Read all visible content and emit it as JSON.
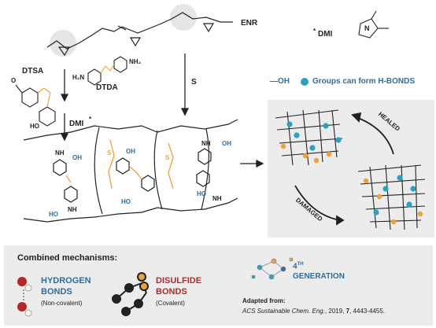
{
  "labels": {
    "enr": "ENR",
    "dtsa": "DTSA",
    "dtda": "DTDA",
    "s": "S",
    "dmi": "DMI",
    "dmi_star": "*",
    "dmi_legend_star": "*",
    "dmi_legend": "DMI",
    "oh_legend": "—OH",
    "hbond_legend": "Groups can form H-BONDS",
    "healed": "HEALED",
    "damaged": "DAMAGED"
  },
  "chem_text": {
    "h2n": "H₂N",
    "nh2": "NH₂",
    "ho": "HO",
    "oh": "OH",
    "nh": "NH",
    "o": "O",
    "s": "S",
    "n": "N"
  },
  "bottom": {
    "title": "Combined mechanisms:",
    "hydrogen": "HYDROGEN",
    "bonds1": "BONDS",
    "noncovalent": "(Non-covalent)",
    "disulfide": "DISULFIDE",
    "bonds2": "BONDS",
    "covalent": "(Covalent)",
    "gen_num": "4",
    "gen_sup": "TH",
    "generation": "GENERATION",
    "adapted": "Adapted from:",
    "citation_journal": "ACS Sustainable Chem. Eng.",
    "citation_year": ", 2019, ",
    "citation_vol": "7",
    "citation_pages": ", 4443-4455."
  },
  "colors": {
    "blue": "#2d6e9e",
    "cyan": "#2aa3c0",
    "orange": "#e8a33a",
    "dark_red": "#b02a2a",
    "panel_gray": "#ececec"
  }
}
